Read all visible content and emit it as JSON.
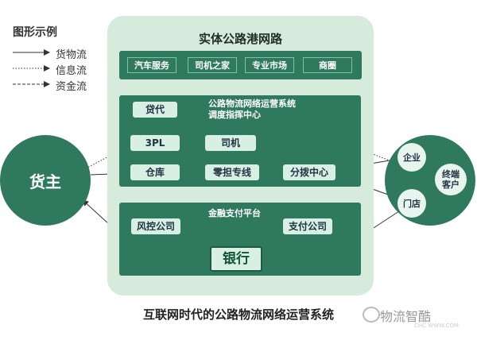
{
  "legend": {
    "title": "图形示例",
    "items": [
      {
        "label": "货物流",
        "style": "solid"
      },
      {
        "label": "信息流",
        "style": "dotted"
      },
      {
        "label": "资金流",
        "style": "dashed"
      }
    ]
  },
  "platform": {
    "title": "实体公路港网路",
    "services": [
      "汽车服务",
      "司机之家",
      "专业市场",
      "商圈"
    ]
  },
  "ops": {
    "title_line1": "公路物流网络运营系统",
    "title_line2": "调度指挥中心",
    "nodes": {
      "daidai": "贷代",
      "tpl": "3PL",
      "driver": "司机",
      "warehouse": "仓库",
      "ltl": "零担专线",
      "dist": "分拨中心"
    }
  },
  "finance": {
    "title": "金融支付平台",
    "risk": "风控公司",
    "pay": "支付公司",
    "bank": "银行"
  },
  "shipper": "货主",
  "customers": {
    "enterprise": "企业",
    "store": "门店",
    "end": "终端客户"
  },
  "caption": "互联网时代的公路物流网络运营系统",
  "brand": {
    "name": "物流智酷",
    "sub": "CHC WWW.COM"
  },
  "colors": {
    "dark_green": "#2f7a5e",
    "light_green": "#d7ebdd",
    "node_fill": "#d8efe3"
  }
}
